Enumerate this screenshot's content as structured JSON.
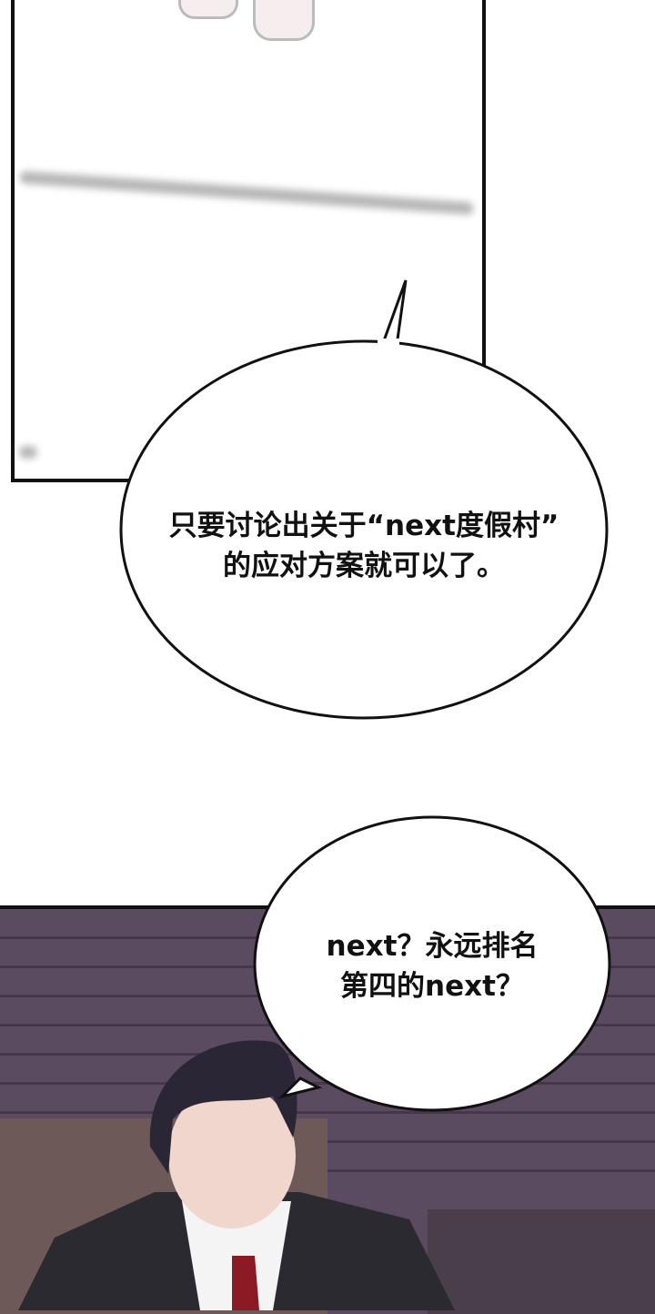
{
  "bubbles": [
    {
      "lines": [
        "只要讨论出关于“next度假村”",
        "的应对方案就可以了。"
      ]
    },
    {
      "lines": [
        "next？永远排名",
        "第四的next？"
      ]
    }
  ],
  "colors": {
    "panel_border": "#111111",
    "background_wall": "#5b4b60",
    "tie": "#8b1a24",
    "suit": "#2a2a30"
  }
}
